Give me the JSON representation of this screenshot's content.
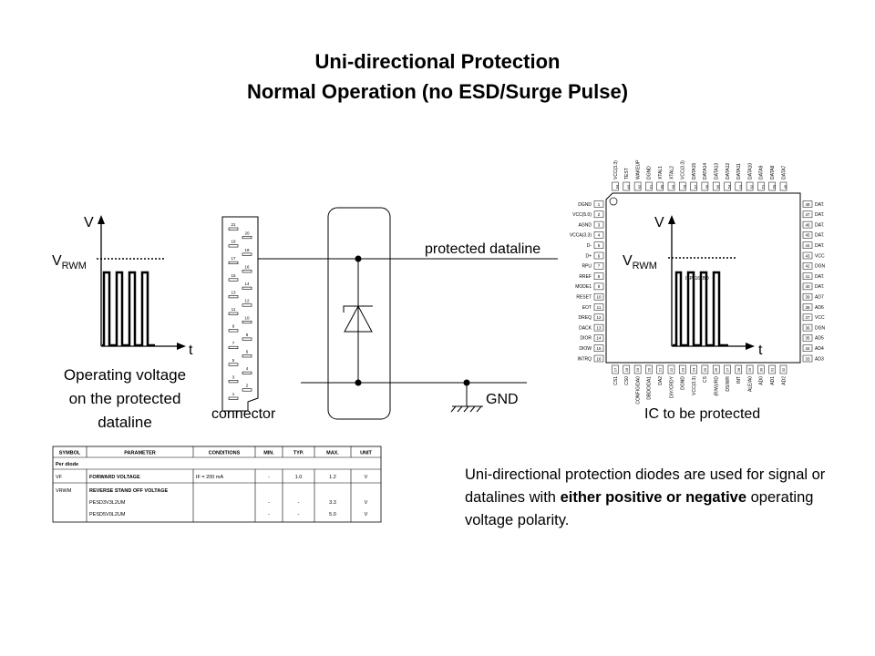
{
  "title": {
    "line1": "Uni-directional Protection",
    "line2": "Normal Operation (no ESD/Surge Pulse)"
  },
  "left_graph": {
    "v_label": "V",
    "vrwm_main": "V",
    "vrwm_sub": "RWM",
    "t_label": "t",
    "caption": [
      "Operating voltage",
      "on the protected",
      "dataline"
    ]
  },
  "right_graph": {
    "v_label": "V",
    "vrwm_main": "V",
    "vrwm_sub": "RWM",
    "t_label": "t"
  },
  "schematic": {
    "dataline_label": "protected dataline",
    "gnd_label": "GND",
    "connector_label": "connector",
    "ic_label": "IC to be protected"
  },
  "connector_pins": [
    "21",
    "20",
    "19",
    "18",
    "17",
    "16",
    "15",
    "14",
    "13",
    "12",
    "11",
    "10",
    "9",
    "8",
    "7",
    "6",
    "5",
    "4",
    "3",
    "2",
    "1"
  ],
  "ic": {
    "chip_name": "ISP1161BD",
    "left_pins": [
      [
        "1",
        "DGND"
      ],
      [
        "2",
        "VCC(5.0)"
      ],
      [
        "3",
        "AGND"
      ],
      [
        "4",
        "VCCA(3.3)"
      ],
      [
        "5",
        "D-"
      ],
      [
        "6",
        "D+"
      ],
      [
        "7",
        "RPU"
      ],
      [
        "8",
        "RREF"
      ],
      [
        "9",
        "MODE1"
      ],
      [
        "10",
        "RESET"
      ],
      [
        "11",
        "EOT"
      ],
      [
        "12",
        "DREQ"
      ],
      [
        "13",
        "DACK"
      ],
      [
        "14",
        "DIOR"
      ],
      [
        "15",
        "DIOW"
      ],
      [
        "16",
        "INTRQ"
      ]
    ],
    "right_pins": [
      [
        "48",
        "DAT."
      ],
      [
        "47",
        "DAT."
      ],
      [
        "46",
        "DAT."
      ],
      [
        "45",
        "DAT."
      ],
      [
        "44",
        "DAT."
      ],
      [
        "43",
        "VCC"
      ],
      [
        "42",
        "DGN"
      ],
      [
        "41",
        "DAT."
      ],
      [
        "40",
        "DAT."
      ],
      [
        "39",
        "AD7"
      ],
      [
        "38",
        "AD6"
      ],
      [
        "37",
        "VCC"
      ],
      [
        "36",
        "DGN"
      ],
      [
        "35",
        "AD5"
      ],
      [
        "34",
        "AD4"
      ],
      [
        "33",
        "AD3"
      ]
    ],
    "top_pins": [
      [
        "64",
        "VCC(3.3)"
      ],
      [
        "63",
        "TEST"
      ],
      [
        "62",
        "WAKEUP"
      ],
      [
        "61",
        "DGND"
      ],
      [
        "60",
        "XTAL1"
      ],
      [
        "59",
        "XTAL2"
      ],
      [
        "58",
        "VCC(3.3)"
      ],
      [
        "57",
        "DATA15"
      ],
      [
        "56",
        "DATA14"
      ],
      [
        "55",
        "DATA13"
      ],
      [
        "54",
        "DATA12"
      ],
      [
        "53",
        "DATA11"
      ],
      [
        "52",
        "DATA10"
      ],
      [
        "51",
        "DATA9"
      ],
      [
        "50",
        "DATA8"
      ],
      [
        "49",
        "DATA7"
      ]
    ],
    "bottom_pins": [
      [
        "17",
        "CS1"
      ],
      [
        "18",
        "CS0"
      ],
      [
        "19",
        "CONFIG/DA0"
      ],
      [
        "20",
        "DBDO/DA1"
      ],
      [
        "21",
        "DA2"
      ],
      [
        "22",
        "DIY/CRDY"
      ],
      [
        "23",
        "DGND"
      ],
      [
        "24",
        "VCC(3.3)"
      ],
      [
        "25",
        "CS"
      ],
      [
        "26",
        "(R/W)/RD"
      ],
      [
        "27",
        "DS/WR"
      ],
      [
        "28",
        "INT"
      ],
      [
        "29",
        "ALE/A0"
      ],
      [
        "30",
        "AD0"
      ],
      [
        "31",
        "AD1"
      ],
      [
        "32",
        "AD2"
      ]
    ]
  },
  "table": {
    "headers": [
      "SYMBOL",
      "PARAMETER",
      "CONDITIONS",
      "MIN.",
      "TYP.",
      "MAX.",
      "UNIT"
    ],
    "section": "Per diode",
    "rows": [
      [
        "VF",
        "FORWARD VOLTAGE",
        "IF = 200 mA",
        "-",
        "1.0",
        "1.2",
        "V"
      ],
      [
        "VRWM",
        "REVERSE STAND OFF VOLTAGE",
        "",
        "",
        "",
        "",
        ""
      ],
      [
        "",
        "PESD3V3L2UM",
        "",
        "-",
        "-",
        "3.3",
        "V"
      ],
      [
        "",
        "PESD5V0L2UM",
        "",
        "-",
        "-",
        "5.0",
        "V"
      ]
    ]
  },
  "body": {
    "t1": "Uni-directional protection diodes are used for signal or datalines with ",
    "b1": "either positive or negative",
    "t2": " operating voltage polarity."
  }
}
